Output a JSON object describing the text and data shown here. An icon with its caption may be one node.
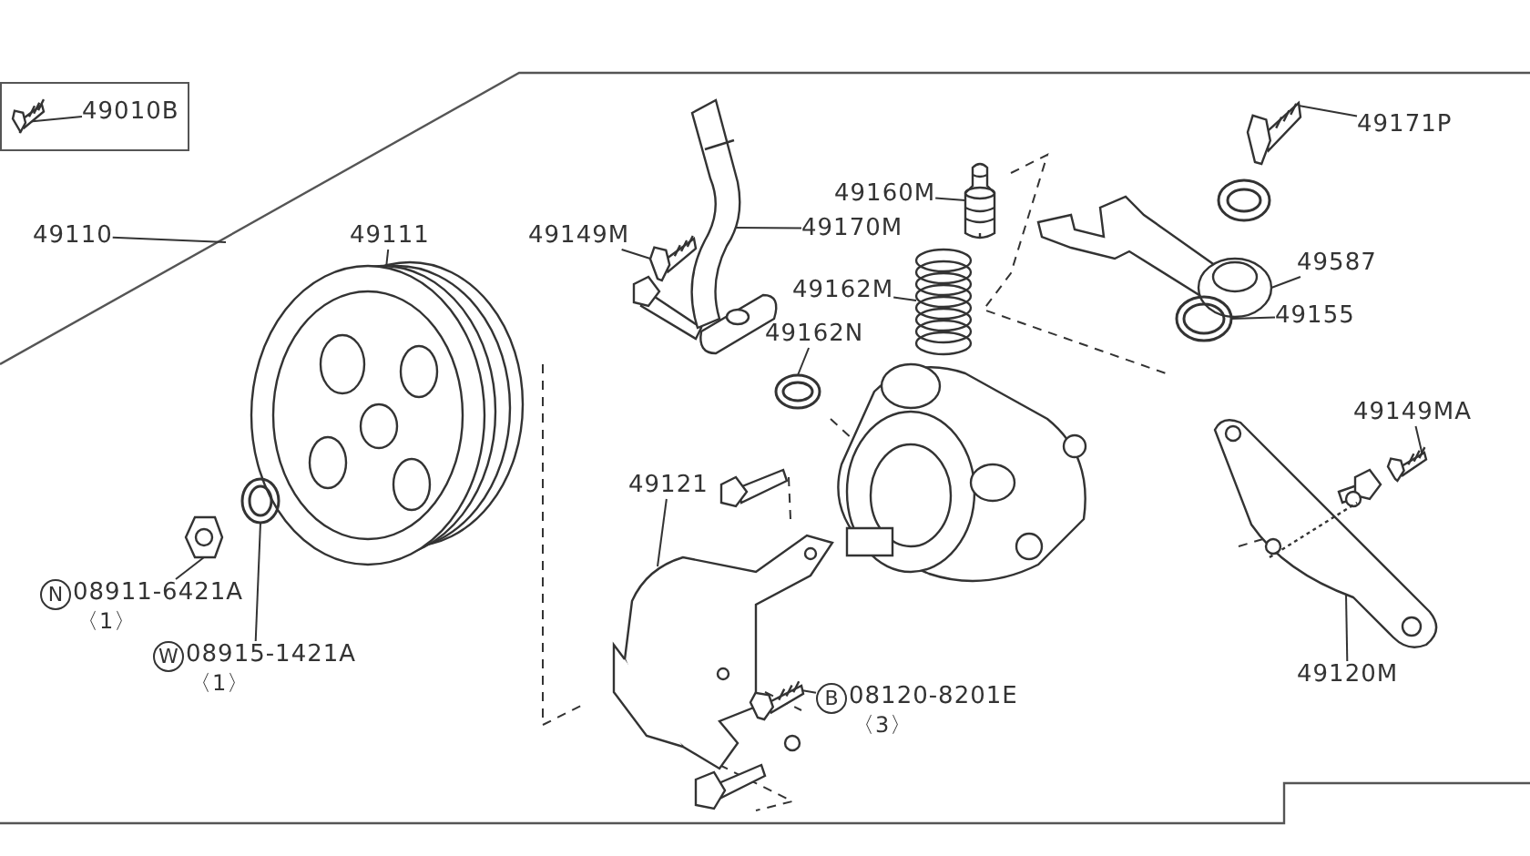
{
  "diagram": {
    "nodes": [
      {
        "text": [],
        "shape": "box"
      },
      {
        "text": [
          "49010B"
        ],
        "in": 0
      },
      {
        "text": [],
        "shape": "picture",
        "in": 0
      },
      {
        "text": [
          "49110"
        ]
      },
      {
        "text": [
          "49111"
        ]
      },
      {
        "text": [],
        "shape": "picture"
      },
      {
        "text": [
          "N",
          "08911-6421A",
          "〈1〉"
        ]
      },
      {
        "text": [],
        "shape": "picture"
      },
      {
        "text": [
          "W",
          "08915-1421A",
          "〈1〉"
        ]
      },
      {
        "text": [],
        "shape": "picture"
      },
      {
        "text": [
          "49149M"
        ]
      },
      {
        "text": [],
        "shape": "picture"
      },
      {
        "text": [
          "49170M"
        ]
      },
      {
        "text": [],
        "shape": "picture"
      },
      {
        "text": [
          "49160M"
        ]
      },
      {
        "text": [],
        "shape": "picture"
      },
      {
        "text": [
          "49162M"
        ]
      },
      {
        "text": [],
        "shape": "picture"
      },
      {
        "text": [
          "49162N"
        ]
      },
      {
        "text": [],
        "shape": "picture"
      },
      {
        "text": [
          "49171P"
        ]
      },
      {
        "text": [],
        "shape": "picture"
      },
      {
        "text": [
          "49587"
        ]
      },
      {
        "text": [],
        "shape": "picture"
      },
      {
        "text": [
          "49155"
        ]
      },
      {
        "text": [],
        "shape": "picture"
      },
      {
        "text": [
          "49149MA"
        ]
      },
      {
        "text": [],
        "shape": "picture"
      },
      {
        "text": [
          "49120M"
        ]
      },
      {
        "text": [],
        "shape": "picture"
      },
      {
        "text": [
          "49121"
        ]
      },
      {
        "text": [],
        "shape": "picture"
      },
      {
        "text": [
          "B",
          "08120-8201E",
          "〈3〉"
        ]
      },
      {
        "text": [],
        "shape": "picture"
      }
    ],
    "edges": [
      {
        "from": 1,
        "to": 2,
        "arrow": "none"
      },
      {
        "from": 3,
        "to": null,
        "arrow": "none"
      },
      {
        "from": 4,
        "to": 5,
        "arrow": "none"
      },
      {
        "from": 6,
        "to": 7,
        "arrow": "none"
      },
      {
        "from": 8,
        "to": 9,
        "arrow": "none"
      },
      {
        "from": 10,
        "to": 11,
        "arrow": "none"
      },
      {
        "from": 12,
        "to": 13,
        "arrow": "none"
      },
      {
        "from": 14,
        "to": 15,
        "arrow": "none"
      },
      {
        "from": 16,
        "to": 17,
        "arrow": "none"
      },
      {
        "from": 18,
        "to": 19,
        "arrow": "none"
      },
      {
        "from": 20,
        "to": 21,
        "arrow": "none"
      },
      {
        "from": 22,
        "to": 23,
        "arrow": "none"
      },
      {
        "from": 24,
        "to": 25,
        "arrow": "none"
      },
      {
        "from": 26,
        "to": 27,
        "arrow": "none"
      },
      {
        "from": 28,
        "to": 29,
        "arrow": "none"
      },
      {
        "from": 30,
        "to": 31,
        "arrow": "none"
      },
      {
        "from": 32,
        "to": 33,
        "arrow": "none"
      }
    ]
  }
}
